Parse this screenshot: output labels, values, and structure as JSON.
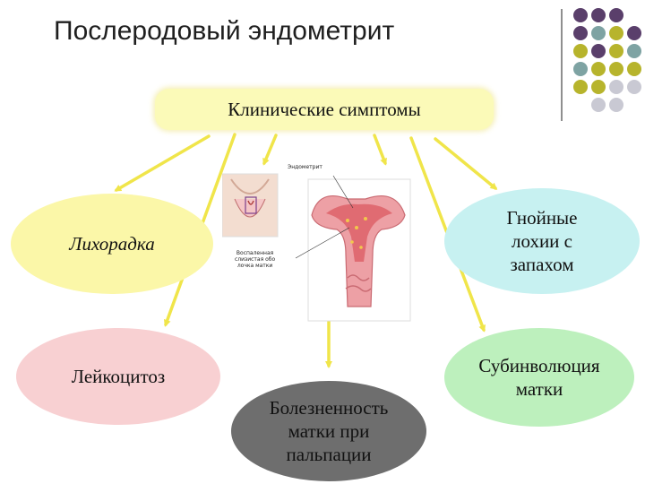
{
  "title": "Послеродовый эндометрит",
  "hub": {
    "label": "Клинические симптомы"
  },
  "nodes": {
    "fever": "Лихорадка",
    "discharge": [
      "Гнойные",
      "лохии с",
      "запахом"
    ],
    "leukocytosis": "Лейкоцитоз",
    "subinvolution": [
      "Субинволюция",
      "матки"
    ],
    "tenderness": [
      "Болезненность",
      "матки при",
      "пальпации"
    ]
  },
  "figure": {
    "label_top": "Эндометрит",
    "label_left": [
      "Воспаленная",
      "слизистая обо",
      "лочка матки"
    ]
  },
  "colors": {
    "hub_fill": "#fbfab8",
    "fever_fill": "#fbf7a8",
    "discharge_fill": "#c7f1f1",
    "leukocytosis_fill": "#f8d0d2",
    "subinvolution_fill": "#bdf0bd",
    "tenderness_fill": "#6e6e6e",
    "arrow": "#f0e54a",
    "dot_purple": "#5a3f6b",
    "dot_olive": "#b7b42c",
    "dot_teal": "#7ea3a3",
    "dot_grey": "#c9c9d3"
  }
}
